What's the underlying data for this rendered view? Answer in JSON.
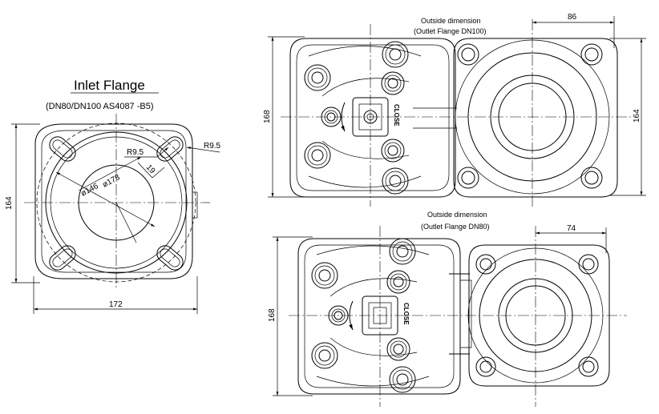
{
  "inlet": {
    "title": "Inlet Flange",
    "subtitle": "(DN80/DN100   AS4087 -B5)",
    "dim_height": "164",
    "dim_width": "172",
    "r_outer": "R9.5",
    "r_inner": "R9.5",
    "slot": "19",
    "dia_bolt": "ø178",
    "dia_bore": "ø146"
  },
  "view_dn100": {
    "caption_line1": "Outside dimension",
    "caption_line2": "(Outlet Flange DN100)",
    "dim_top": "86",
    "dim_left": "168",
    "dim_right": "164",
    "valve_mark": "CLOSE"
  },
  "view_dn80": {
    "caption_line1": "Outside dimension",
    "caption_line2": "(Outlet Flange DN80)",
    "dim_top": "74",
    "dim_left": "168",
    "valve_mark": "CLOSE"
  }
}
